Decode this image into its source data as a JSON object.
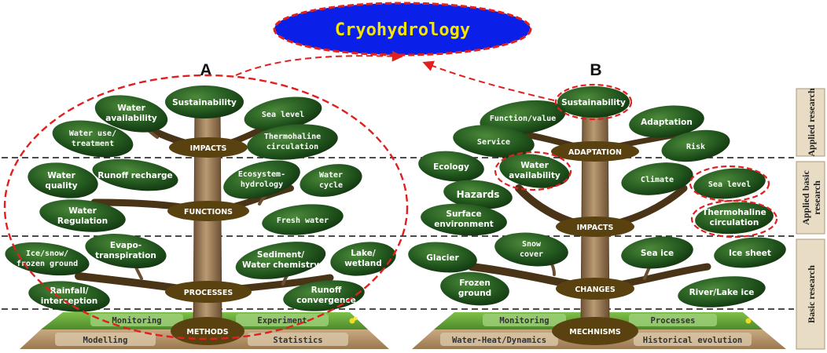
{
  "title": "Cryohydrology",
  "panel_a": {
    "letter": "A",
    "nodes": {
      "impacts": "IMPACTS",
      "functions": "FUNCTIONS",
      "processes": "PROCESSES",
      "methods": "METHODS"
    },
    "top_leaf": "Sustainability",
    "leaves": {
      "water_availability": [
        "Water",
        "availability"
      ],
      "sea_level": [
        "Sea level"
      ],
      "water_use": [
        "Water use/",
        "treatment"
      ],
      "thermohaline": [
        "Thermohaline",
        "circulation"
      ],
      "water_quality": [
        "Water",
        "quality"
      ],
      "runoff_recharge": [
        "Runoff recharge"
      ],
      "ecosystem": [
        "Ecosystem-",
        "hydrology"
      ],
      "water_cycle": [
        "Water",
        "cycle"
      ],
      "water_regulation": [
        "Water",
        "Regulation"
      ],
      "fresh_water": [
        "Fresh water"
      ],
      "ice_snow": [
        "Ice/snow/",
        "frozen ground"
      ],
      "evapo": [
        "Evapo-",
        "transpiration"
      ],
      "sediment": [
        "Sediment/",
        "Water chemistry"
      ],
      "lake": [
        "Lake/",
        "wetland"
      ],
      "rainfall": [
        "Rainfall/",
        "interception"
      ],
      "runoff_convergence": [
        "Runoff",
        "convergence"
      ]
    },
    "ground": {
      "tl": "Monitoring",
      "tr": "Experiment",
      "bl": "Modelling",
      "br": "Statistics"
    }
  },
  "panel_b": {
    "letter": "B",
    "nodes": {
      "adaptation": "ADAPTATION",
      "impacts": "IMPACTS",
      "changes": "CHANGES",
      "mechnisms": "MECHNISMS"
    },
    "top_leaf": "Sustainability",
    "leaves": {
      "function_value": [
        "Function/value"
      ],
      "adaptation_leaf": [
        "Adaptation"
      ],
      "service": [
        "Service"
      ],
      "risk": [
        "Risk"
      ],
      "ecology": [
        "Ecology"
      ],
      "water_availability": [
        "Water",
        "availability"
      ],
      "climate": [
        "Climate"
      ],
      "sea_level": [
        "Sea level"
      ],
      "hazards": [
        "Hazards"
      ],
      "surface": [
        "Surface",
        "environment"
      ],
      "thermohaline": [
        "Thermohaline",
        "circulation"
      ],
      "glacier": [
        "Glacier"
      ],
      "snow_cover": [
        "Snow",
        "cover"
      ],
      "sea_ice": [
        "Sea ice"
      ],
      "ice_sheet": [
        "Ice sheet"
      ],
      "frozen_ground": [
        "Frozen",
        "ground"
      ],
      "river_lake": [
        "River/Lake ice"
      ]
    },
    "ground": {
      "tl": "Monitoring",
      "tr": "Processes",
      "bl": "Water-Heat/Dynamics",
      "br": "Historical evolution"
    }
  },
  "side_labels": {
    "applied": "Applied research",
    "applied_basic": [
      "Applied basic",
      "research"
    ],
    "basic": "Basic research"
  },
  "colors": {
    "title_fill": "#0a1fe8",
    "title_text": "#f5e600",
    "dashed_red": "#e0201f",
    "leaf": "#1f5a1d",
    "node": "#5a4210",
    "branch": "#4a3418",
    "trunk": "#9a7a55",
    "grass": "#6cae3a",
    "soil": "#b89870",
    "side_box": "#e9dcc4"
  },
  "icons": {
    "leaf": "leaf-cluster-icon",
    "flower": "flower-icon"
  }
}
